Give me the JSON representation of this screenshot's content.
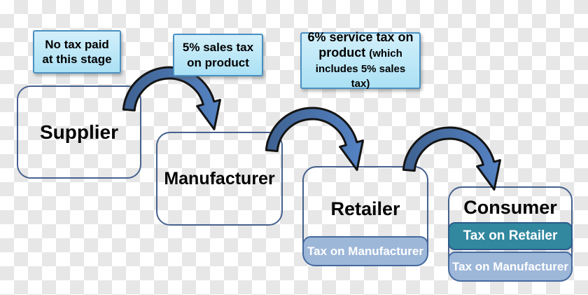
{
  "title_labels": {
    "no_tax": "No tax paid at this stage",
    "sales_tax": "5% sales tax on product",
    "service_tax_main": "6% service tax on product",
    "service_tax_note": "(which includes 5% sales tax)"
  },
  "stages": {
    "supplier": {
      "name": "Supplier"
    },
    "manufacturer": {
      "name": "Manufacturer"
    },
    "retailer": {
      "name": "Retailer",
      "tax1": "Tax on Manufacturer"
    },
    "consumer": {
      "name": "Consumer",
      "tax1": "Tax on Retailer",
      "tax2": "Tax on Manufacturer"
    }
  },
  "colors": {
    "checker_light": "#ffffff",
    "checker_dark": "#e7e7e7",
    "label_bg_top": "#d2effa",
    "label_bg_bottom": "#abe1f4",
    "label_border": "#4a90c2",
    "box_border": "#46618e",
    "tax_light_bg": "#9db7d9",
    "tax_light_border": "#44699d",
    "tax_teal_bg": "#31889f",
    "tax_teal_border": "#2b5b8c",
    "arrow_dark": "#3e6190",
    "arrow_light": "#5583c4",
    "arrow_outline": "#141414",
    "text_dark": "#000000",
    "text_light": "#ffffff"
  }
}
